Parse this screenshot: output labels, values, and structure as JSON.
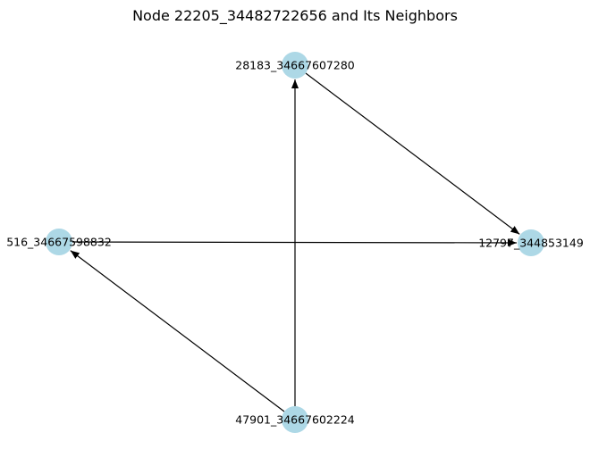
{
  "title": "Node 22205_34482722656 and Its Neighbors",
  "colors": {
    "node_fill": "#add8e6",
    "edge": "#000000",
    "background": "#ffffff"
  },
  "nodes": [
    {
      "id": "28183_34667607280",
      "label": "28183_34667607280"
    },
    {
      "id": "12797_344853149",
      "label": "12797_344853149"
    },
    {
      "id": "47901_34667602224",
      "label": "47901_34667602224"
    },
    {
      "id": "516_34667598832",
      "label": "516_34667598832"
    }
  ],
  "edges": [
    {
      "from": "28183_34667607280",
      "to": "12797_344853149",
      "directed": true
    },
    {
      "from": "47901_34667602224",
      "to": "28183_34667607280",
      "directed": true
    },
    {
      "from": "47901_34667602224",
      "to": "516_34667598832",
      "directed": true
    },
    {
      "from": "516_34667598832",
      "to": "12797_344853149",
      "directed": true
    }
  ]
}
